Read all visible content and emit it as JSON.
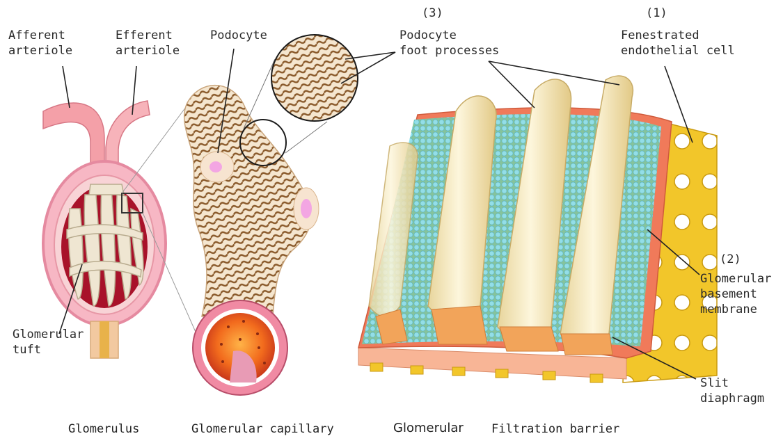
{
  "panels": {
    "glomerulus": {
      "caption": "Glomerulus",
      "labels": {
        "afferent_line1": "Afferent",
        "afferent_line2": "arteriole",
        "efferent_line1": "Efferent",
        "efferent_line2": "arteriole",
        "tuft_line1": "Glomerular",
        "tuft_line2": "tuft"
      }
    },
    "capillary": {
      "caption": "Glomerular capillary",
      "labels": {
        "podocyte": "Podocyte"
      }
    },
    "barrier": {
      "caption_part1": "Glomerular",
      "caption_part2": "Filtration barrier",
      "labels": {
        "foot_number": "(3)",
        "foot_line1": "Podocyte",
        "foot_line2": "foot processes",
        "endo_number": "(1)",
        "endo_line1": "Fenestrated",
        "endo_line2": "endothelial cell",
        "gbm_number": "(2)",
        "gbm_line1": "Glomerular",
        "gbm_line2": "basement",
        "gbm_line3": "membrane",
        "slit_line1": "Slit",
        "slit_line2": "diaphragm"
      }
    }
  },
  "colors": {
    "vessel_pink": "#f4a0a8",
    "capsule_pink": "#f7b7c4",
    "blood_red": "#a8122a",
    "tuft_cream": "#efe6d2",
    "foot_brown": "#8a5a2b",
    "gbm_orange": "#f07a5a",
    "endothelium_yellow": "#f2c62a",
    "slit_cyan": "#6fd6e0",
    "process_cream": "#fbf1cf"
  }
}
